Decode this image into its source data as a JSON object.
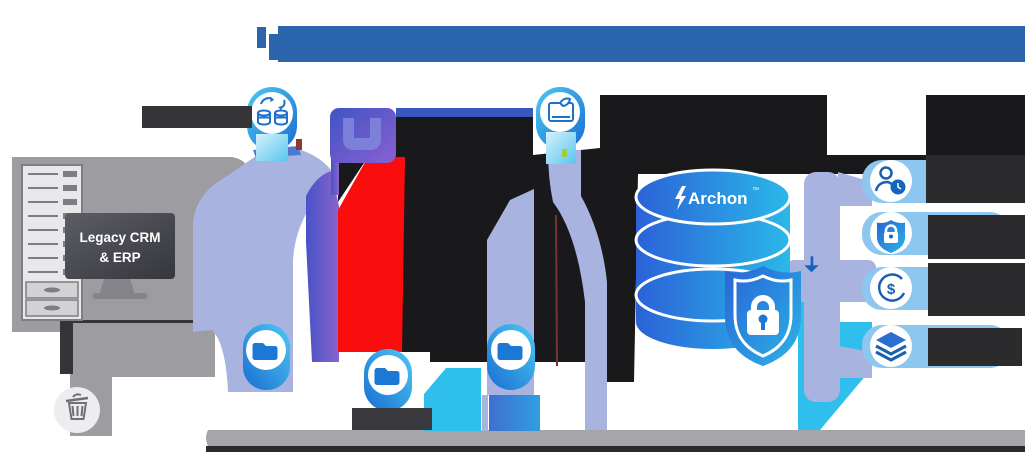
{
  "diagram": {
    "title_redacted": true,
    "legacy_system": {
      "line1": "Legacy CRM",
      "line2": "& ERP"
    },
    "database": {
      "brand": "Archon",
      "trademark": "™",
      "logo_icon": "lightning-bolt"
    },
    "steps": [
      {
        "icon": "etl-databases-sync-icon",
        "label_redacted": true
      },
      {
        "icon": "transform-box-icon",
        "label_redacted": true
      },
      {
        "icon": "document-validate-icon",
        "label_redacted": true
      },
      {
        "icon": "folder-icon",
        "label_redacted": true
      },
      {
        "icon": "folder-icon",
        "label_redacted": true
      },
      {
        "icon": "folder-icon",
        "label_redacted": true
      }
    ],
    "benefits": [
      {
        "icon": "user-clock-icon",
        "label_redacted": true
      },
      {
        "icon": "shield-lock-icon",
        "label_redacted": true
      },
      {
        "icon": "cost-reduction-icon",
        "label_redacted": true
      },
      {
        "icon": "layers-icon",
        "label_redacted": true
      }
    ],
    "decommission": {
      "icon": "trash-icon",
      "label_redacted": true
    }
  },
  "palette": {
    "title_bar": "#2a65ad",
    "redaction_dark": "#19191b",
    "redaction_gray_dark": "#353538",
    "periwinkle_band": "#a8b3e0",
    "red_band": "#fc0d0d",
    "purple_band": "#6f5cc6",
    "cyan_band": "#2ebfec",
    "gray_flow": "#9d9da1",
    "gray_bottom_band": "#a6a6aa",
    "db_blue": "#2b62d8",
    "db_cyan": "#2bb8e8",
    "icon_blue": "#1b72c8",
    "pale_ribbon": "#8dc7ef",
    "server_gray": "#e8e8ea",
    "monitor_dark": "#44454c"
  }
}
